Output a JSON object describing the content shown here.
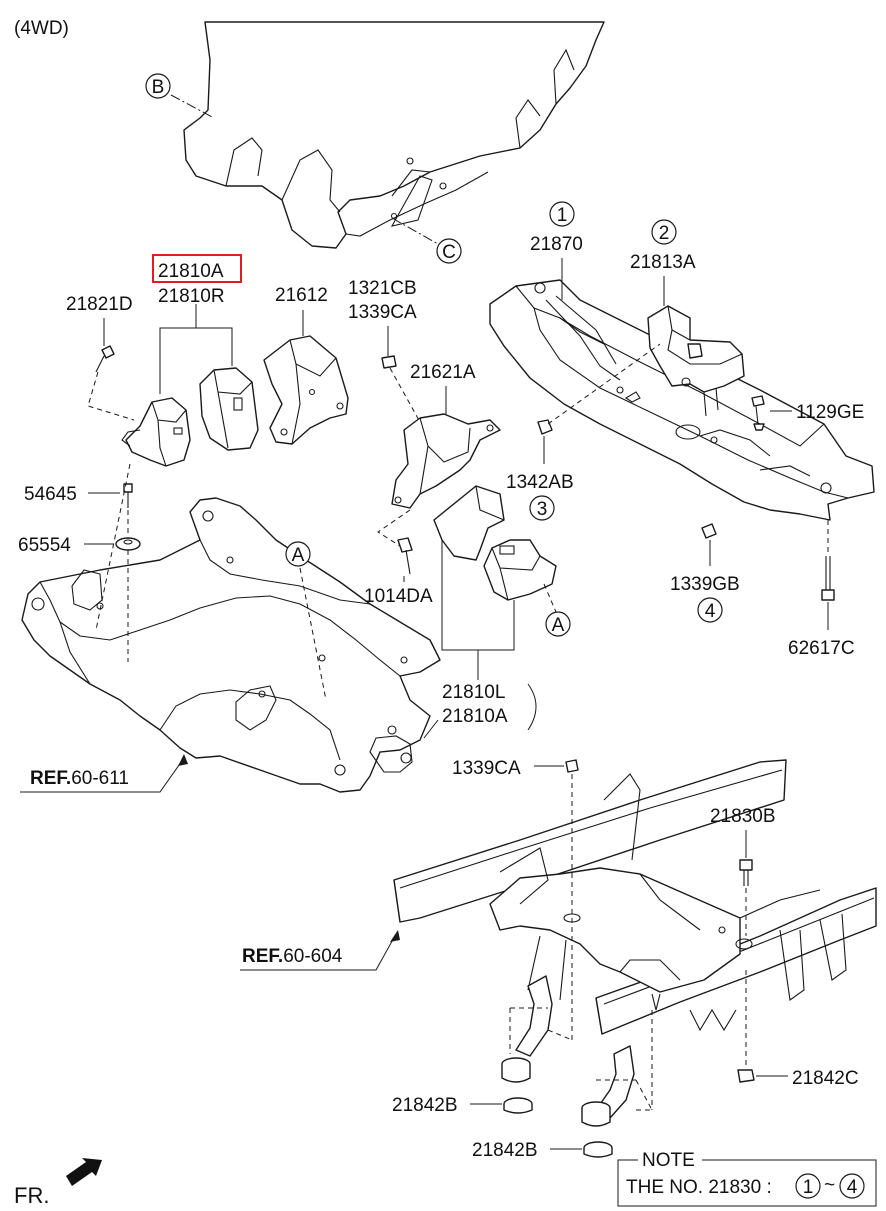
{
  "header": {
    "variant": "(4WD)"
  },
  "labels": {
    "p21810A_top": "21810A",
    "p21810R": "21810R",
    "p21821D": "21821D",
    "p21612": "21612",
    "p1321CB": "1321CB",
    "p1339CA_top": "1339CA",
    "p21621A": "21621A",
    "p54645": "54645",
    "p65554": "65554",
    "p1014DA": "1014DA",
    "p21810L": "21810L",
    "p21810A_bot": "21810A",
    "p21870": "21870",
    "p21813A": "21813A",
    "p1129GE": "1129GE",
    "p1342AB": "1342AB",
    "p1339GB": "1339GB",
    "p62617C": "62617C",
    "p1339CA_bot": "1339CA",
    "p21830B": "21830B",
    "p21842C": "21842C",
    "p21842B_1": "21842B",
    "p21842B_2": "21842B"
  },
  "circled_refs": {
    "B": "B",
    "C": "C",
    "A1": "A",
    "A2": "A",
    "n1": "1",
    "n2": "2",
    "n3": "3",
    "n4": "4"
  },
  "references": {
    "ref1_bold": "REF.",
    "ref1_num": "60-611",
    "ref2_bold": "REF.",
    "ref2_num": "60-604"
  },
  "note": {
    "title": "NOTE",
    "text": "THE NO. 21830 :",
    "from": "1",
    "tilde": "~",
    "to": "4"
  },
  "direction": {
    "label": "FR."
  },
  "highlight": {
    "color": "#e01e1e",
    "part": "21810A"
  }
}
